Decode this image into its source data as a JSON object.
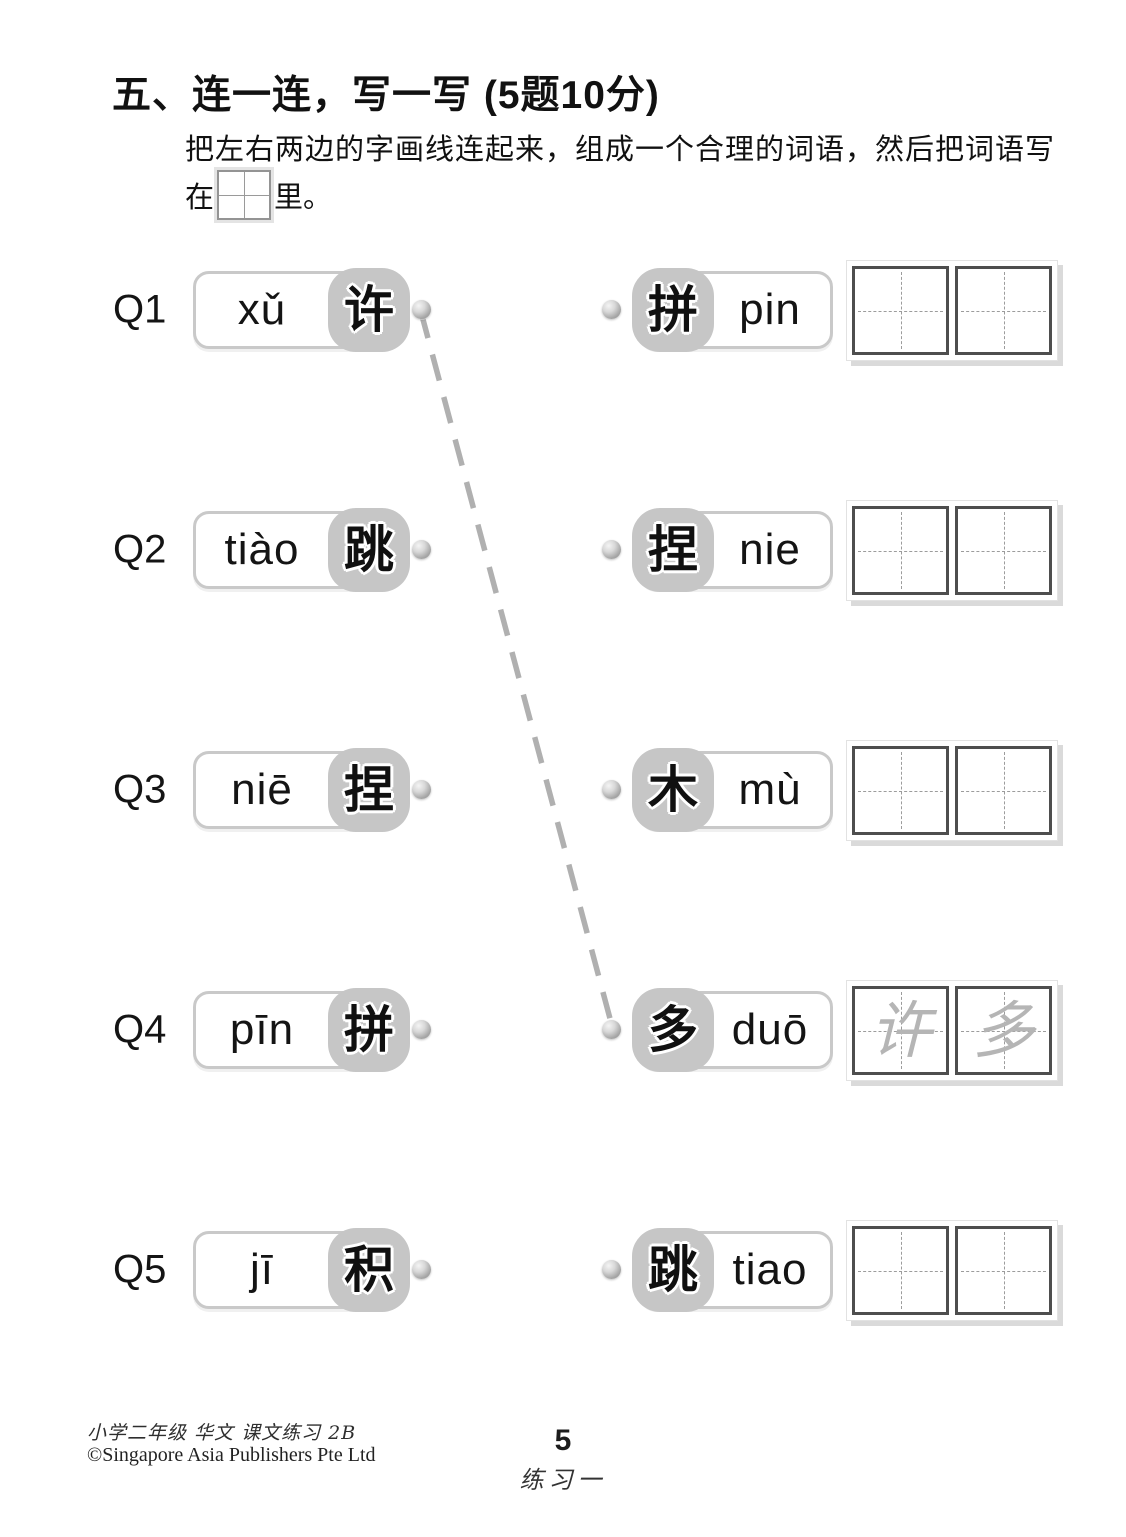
{
  "title": "五、连一连，写一写 (5题10分)",
  "instructions": {
    "line1": "把左右两边的字画线连起来，组成一个合理的词语，然后把词语写",
    "line2_prefix": "在",
    "line2_suffix": "里。"
  },
  "rows": [
    {
      "label": "Q1",
      "left": {
        "pinyin": "xǔ",
        "char": "许"
      },
      "right": {
        "char": "拼",
        "pinyin": "pin"
      },
      "grid": [
        "",
        ""
      ]
    },
    {
      "label": "Q2",
      "left": {
        "pinyin": "tiào",
        "char": "跳"
      },
      "right": {
        "char": "捏",
        "pinyin": "nie"
      },
      "grid": [
        "",
        ""
      ]
    },
    {
      "label": "Q3",
      "left": {
        "pinyin": "niē",
        "char": "捏"
      },
      "right": {
        "char": "木",
        "pinyin": "mù"
      },
      "grid": [
        "",
        ""
      ]
    },
    {
      "label": "Q4",
      "left": {
        "pinyin": "pīn",
        "char": "拼"
      },
      "right": {
        "char": "多",
        "pinyin": "duō"
      },
      "grid": [
        "许",
        "多"
      ]
    },
    {
      "label": "Q5",
      "left": {
        "pinyin": "jī",
        "char": "积"
      },
      "right": {
        "char": "跳",
        "pinyin": "tiao"
      },
      "grid": [
        "",
        ""
      ]
    }
  ],
  "connection": {
    "from": "Q1-left",
    "to": "Q4-right",
    "answer_word": "许多"
  },
  "footer": {
    "book": "小学二年级 华文 课文练习 2B",
    "copyright": "©Singapore Asia Publishers Pte Ltd",
    "page_number": "5",
    "exercise": "练习一"
  },
  "colors": {
    "bubble_gray": "#c6c6c6",
    "card_border": "#c9c9c9",
    "connector_line": "#b0b0b0",
    "grid_cell_border": "#4e4e4e",
    "faint_answer": "#b5b5b5"
  }
}
